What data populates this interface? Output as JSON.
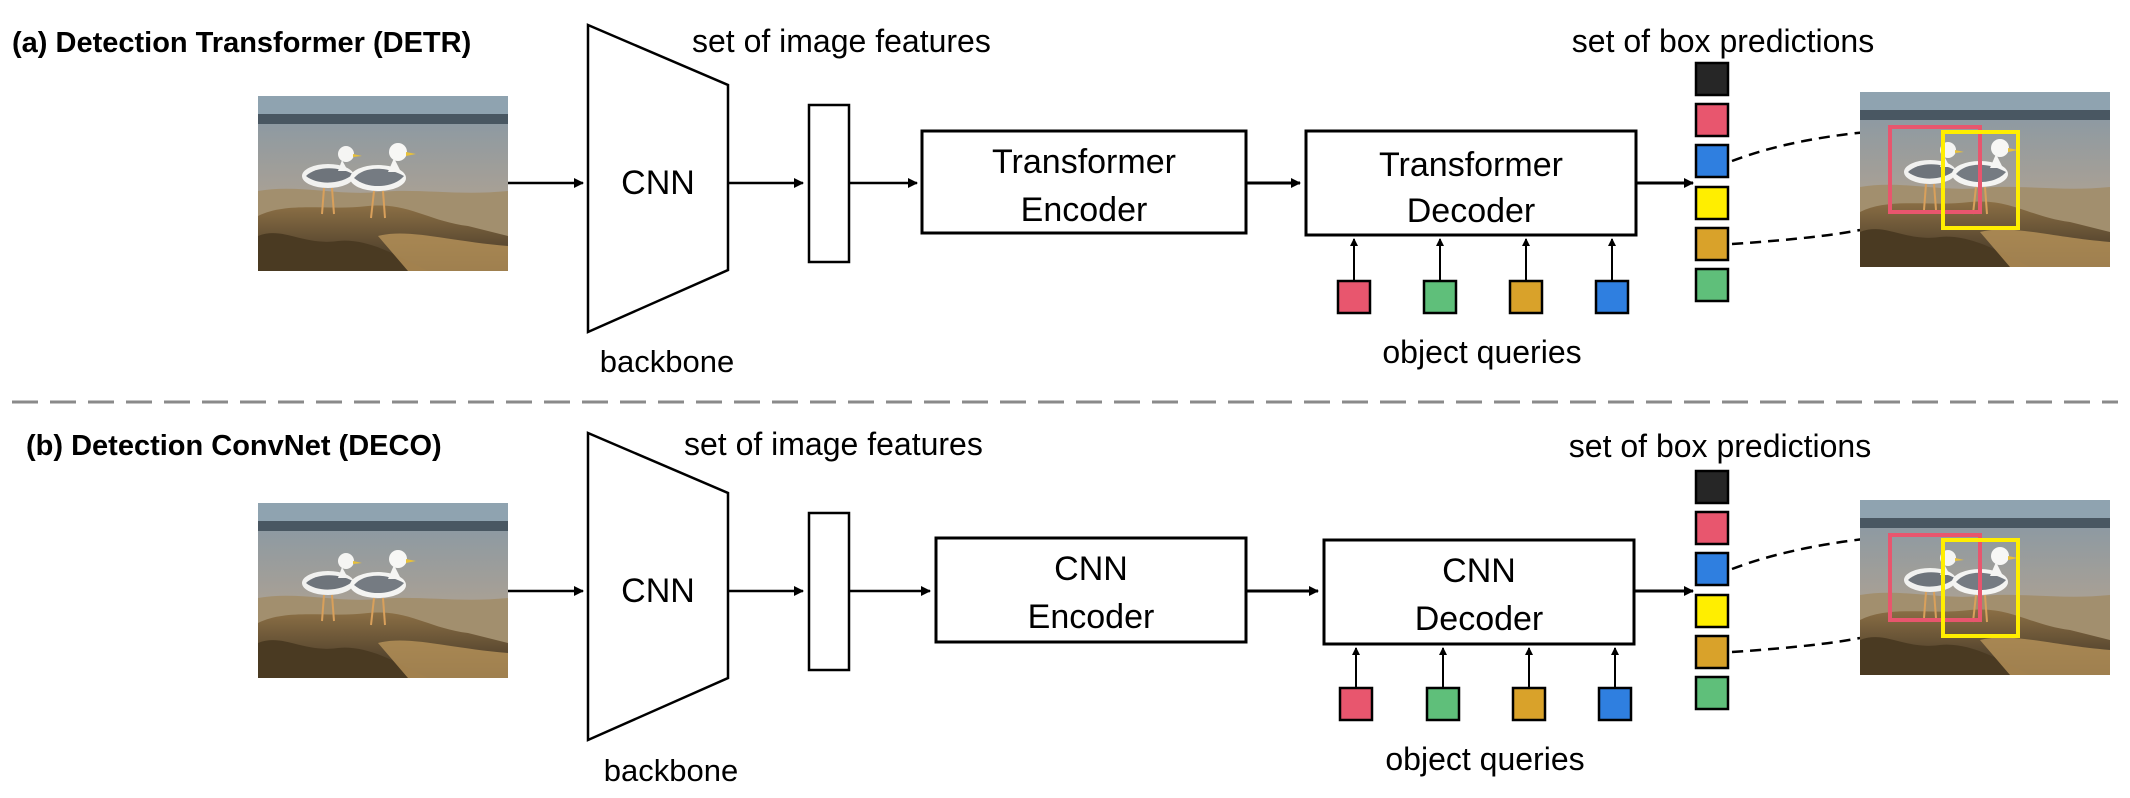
{
  "panels": [
    {
      "title": "(a) Detection Transformer (DETR)",
      "backbone_block": "CNN",
      "backbone_label": "backbone",
      "features_label": "set of image features",
      "encoder": [
        "Transformer",
        "Encoder"
      ],
      "decoder": [
        "Transformer",
        "Decoder"
      ],
      "queries_label": "object queries",
      "predictions_label": "set of box predictions"
    },
    {
      "title": "(b) Detection ConvNet (DECO)",
      "backbone_block": "CNN",
      "backbone_label": "backbone",
      "features_label": "set of image features",
      "encoder": [
        "CNN",
        "Encoder"
      ],
      "decoder": [
        "CNN",
        "Decoder"
      ],
      "queries_label": "object queries",
      "predictions_label": "set of box predictions"
    }
  ],
  "colors": {
    "query_colors": [
      "#e8566e",
      "#5fbf7a",
      "#d9a22a",
      "#2f7fe0"
    ],
    "prediction_colors": [
      "#262626",
      "#e8566e",
      "#2f7fe0",
      "#ffee00",
      "#d9a22a",
      "#5fbf7a"
    ],
    "box_red": "#e8566e",
    "box_yellow": "#ffee00",
    "separator": "#8a8a8a"
  }
}
